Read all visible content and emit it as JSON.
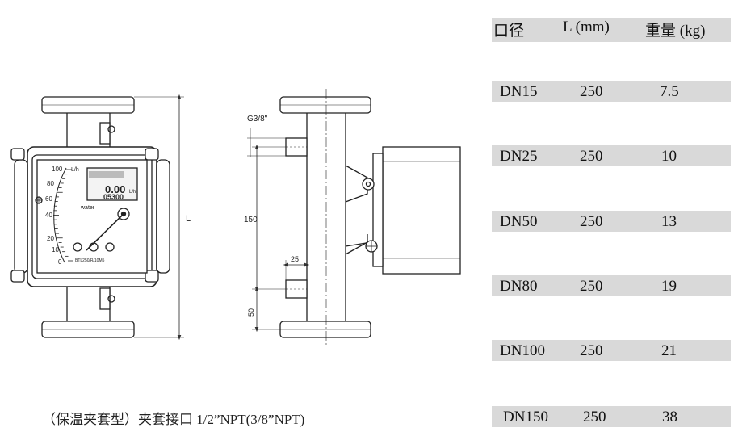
{
  "drawing": {
    "front_view": {
      "scale_labels": [
        "100",
        "80",
        "60",
        "40",
        "20",
        "10",
        "0"
      ],
      "unit": "L/h",
      "display_digits": "0.00",
      "display_unit": "L/h",
      "display_sub": "05300",
      "medium": "water",
      "model_text": "BTL250/R/10M5",
      "dimension_label": "L"
    },
    "side_view": {
      "thread_label": "G3/8\"",
      "dim_150": "150",
      "dim_25": "25",
      "dim_50": "50"
    }
  },
  "caption": "（保温夹套型）夹套接口 1/2”NPT(3/8”NPT)",
  "spec_table": {
    "headers": [
      "口径",
      "L (mm)",
      "重量 (kg)"
    ],
    "rows": [
      {
        "dn": "DN15",
        "l": "250",
        "weight": "7.5"
      },
      {
        "dn": "DN25",
        "l": "250",
        "weight": "10"
      },
      {
        "dn": "DN50",
        "l": "250",
        "weight": "13"
      },
      {
        "dn": "DN80",
        "l": "250",
        "weight": "19"
      },
      {
        "dn": "DN100",
        "l": "250",
        "weight": "21"
      },
      {
        "dn": "DN150",
        "l": "250",
        "weight": "38"
      }
    ]
  }
}
